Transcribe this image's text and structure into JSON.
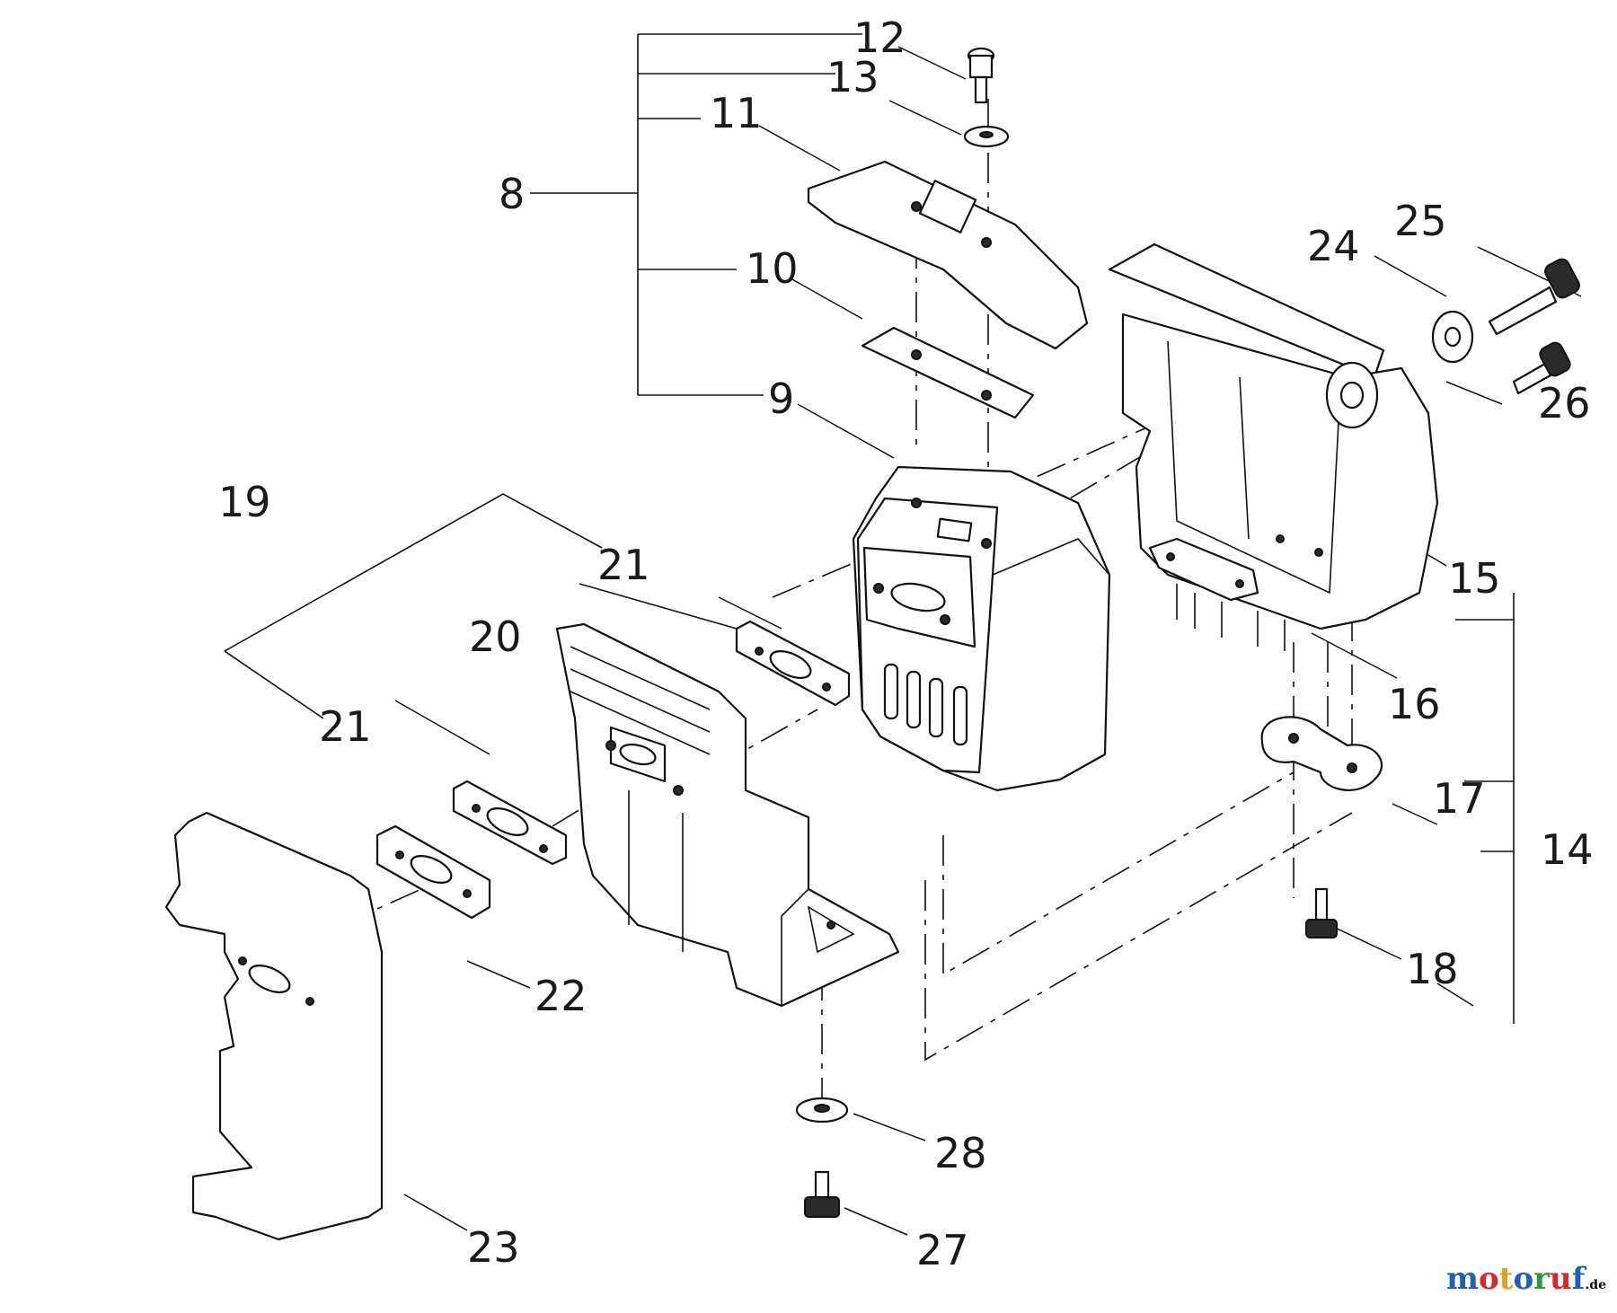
{
  "callouts": {
    "c8": "8",
    "c9": "9",
    "c10": "10",
    "c11": "11",
    "c12": "12",
    "c13": "13",
    "c14": "14",
    "c15": "15",
    "c16": "16",
    "c17": "17",
    "c18": "18",
    "c19": "19",
    "c20": "20",
    "c21a": "21",
    "c21b": "21",
    "c22": "22",
    "c23": "23",
    "c24": "24",
    "c25": "25",
    "c26": "26",
    "c27": "27",
    "c28": "28"
  },
  "watermark": {
    "letters": [
      "m",
      "o",
      "t",
      "o",
      "r",
      "u",
      "f"
    ],
    "suffix": ".de",
    "colors": [
      "#1f5fb5",
      "#d62a2a",
      "#e0a020",
      "#1f5fb5",
      "#2e9a3a",
      "#d62a2a",
      "#1f5fb5"
    ]
  }
}
